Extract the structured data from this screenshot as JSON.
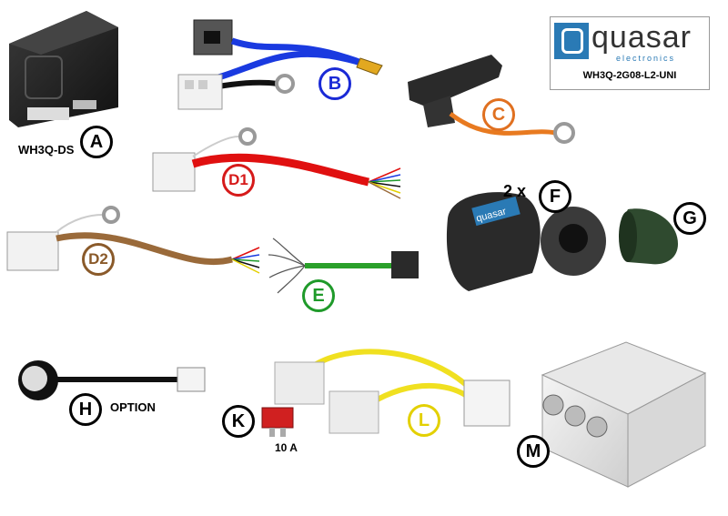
{
  "logo": {
    "word": "quasar",
    "sub": "electronics",
    "code": "WH3Q-2G08-L2-UNI"
  },
  "labels": {
    "a_caption": "WH3Q-DS",
    "h_caption": "OPTION",
    "k_caption": "10 A",
    "f_prefix": "2 x",
    "box_logo_text": "quasar"
  },
  "badges": {
    "A": "A",
    "B": "B",
    "C": "C",
    "D1": "D1",
    "D2": "D2",
    "E": "E",
    "F": "F",
    "G": "G",
    "H": "H",
    "K": "K",
    "L": "L",
    "M": "M"
  },
  "colors": {
    "B": "#1a2ad6",
    "C": "#e07020",
    "D1": "#d61a1a",
    "D2": "#8a5a2a",
    "E": "#1f9a2a",
    "L": "#e3d000",
    "wire_blue": "#1a3ae0",
    "wire_red": "#e01010",
    "wire_brown": "#9a6a3a",
    "wire_green": "#2aa02a",
    "wire_yellow": "#f0e020",
    "wire_orange": "#e87a20"
  }
}
